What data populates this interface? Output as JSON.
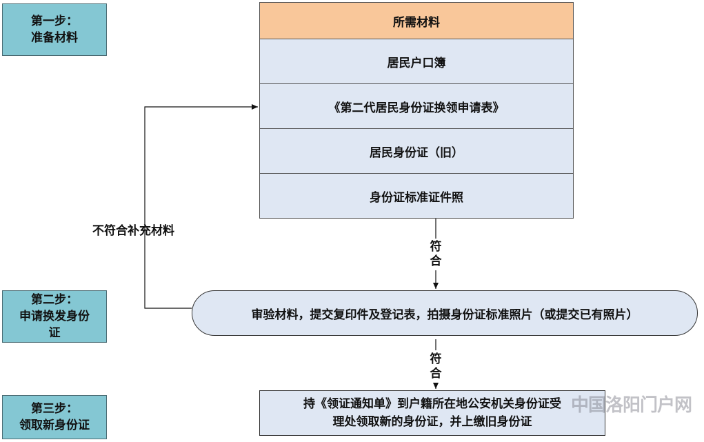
{
  "steps": [
    {
      "line1": "第一步：",
      "line2": "准备材料",
      "line3": ""
    },
    {
      "line1": "第二步：",
      "line2": "申请换发身份",
      "line3": "证"
    },
    {
      "line1": "第三步：",
      "line2": "领取新身份证",
      "line3": ""
    }
  ],
  "materials": {
    "header": "所需材料",
    "items": [
      "居民户口簿",
      "《第二代居民身份证换领申请表》",
      "居民身份证（旧）",
      "身份证标准证件照"
    ]
  },
  "review_box": "审验材料，提交复印件及登记表，拍摄身份证标准照片（或提交已有照片）",
  "final_box": {
    "line1": "持《领证通知单》到户籍所在地公安机关身份证受",
    "line2": "理处领取新的身份证，并上缴旧身份证"
  },
  "labels": {
    "reject": "不符合补充材料",
    "pass1": "符合",
    "pass2": "符合"
  },
  "watermark": "中国洛阳门户网"
}
